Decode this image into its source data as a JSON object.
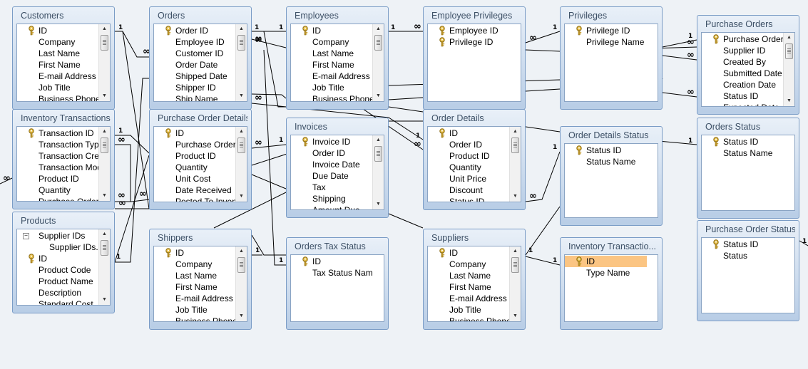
{
  "tables": [
    {
      "id": "customers",
      "title": "Customers",
      "scroll": true,
      "fields": [
        {
          "t": "ID",
          "key": true
        },
        {
          "t": "Company"
        },
        {
          "t": "Last Name"
        },
        {
          "t": "First Name"
        },
        {
          "t": "E-mail Address"
        },
        {
          "t": "Job Title"
        },
        {
          "t": "Business Phone"
        }
      ]
    },
    {
      "id": "orders",
      "title": "Orders",
      "scroll": true,
      "fields": [
        {
          "t": "Order ID",
          "key": true
        },
        {
          "t": "Employee ID"
        },
        {
          "t": "Customer ID"
        },
        {
          "t": "Order Date"
        },
        {
          "t": "Shipped Date"
        },
        {
          "t": "Shipper ID"
        },
        {
          "t": "Ship Name"
        }
      ]
    },
    {
      "id": "employees",
      "title": "Employees",
      "scroll": true,
      "fields": [
        {
          "t": "ID",
          "key": true
        },
        {
          "t": "Company"
        },
        {
          "t": "Last Name"
        },
        {
          "t": "First Name"
        },
        {
          "t": "E-mail Address"
        },
        {
          "t": "Job Title"
        },
        {
          "t": "Business Phone"
        }
      ]
    },
    {
      "id": "employee-privileges",
      "title": "Employee Privileges",
      "scroll": false,
      "fields": [
        {
          "t": "Employee ID",
          "key": true
        },
        {
          "t": "Privilege ID",
          "key": true
        }
      ]
    },
    {
      "id": "privileges",
      "title": "Privileges",
      "scroll": false,
      "fields": [
        {
          "t": "Privilege ID",
          "key": true
        },
        {
          "t": "Privilege Name"
        }
      ]
    },
    {
      "id": "purchase-orders",
      "title": "Purchase Orders",
      "scroll": true,
      "fields": [
        {
          "t": "Purchase Order",
          "key": true
        },
        {
          "t": "Supplier ID"
        },
        {
          "t": "Created By"
        },
        {
          "t": "Submitted Date"
        },
        {
          "t": "Creation Date"
        },
        {
          "t": "Status ID"
        },
        {
          "t": "Expected Date"
        }
      ]
    },
    {
      "id": "inventory-transactions",
      "title": "Inventory Transactions",
      "scroll": true,
      "fields": [
        {
          "t": "Transaction ID",
          "key": true
        },
        {
          "t": "Transaction Type"
        },
        {
          "t": "Transaction Created"
        },
        {
          "t": "Transaction Modified"
        },
        {
          "t": "Product ID"
        },
        {
          "t": "Quantity"
        },
        {
          "t": "Purchase Order"
        }
      ]
    },
    {
      "id": "purchase-order-details",
      "title": "Purchase Order Details",
      "scroll": true,
      "fields": [
        {
          "t": "ID",
          "key": true
        },
        {
          "t": "Purchase Order"
        },
        {
          "t": "Product ID"
        },
        {
          "t": "Quantity"
        },
        {
          "t": "Unit Cost"
        },
        {
          "t": "Date Received"
        },
        {
          "t": "Posted To Inventory"
        }
      ]
    },
    {
      "id": "invoices",
      "title": "Invoices",
      "scroll": true,
      "fields": [
        {
          "t": "Invoice ID",
          "key": true
        },
        {
          "t": "Order ID"
        },
        {
          "t": "Invoice Date"
        },
        {
          "t": "Due Date"
        },
        {
          "t": "Tax"
        },
        {
          "t": "Shipping"
        },
        {
          "t": "Amount Due"
        }
      ]
    },
    {
      "id": "order-details",
      "title": "Order Details",
      "scroll": true,
      "fields": [
        {
          "t": "ID",
          "key": true
        },
        {
          "t": "Order ID"
        },
        {
          "t": "Product ID"
        },
        {
          "t": "Quantity"
        },
        {
          "t": "Unit Price"
        },
        {
          "t": "Discount"
        },
        {
          "t": "Status ID"
        }
      ]
    },
    {
      "id": "order-details-status",
      "title": "Order Details Status",
      "scroll": false,
      "fields": [
        {
          "t": "Status ID",
          "key": true
        },
        {
          "t": "Status Name"
        }
      ]
    },
    {
      "id": "orders-status",
      "title": "Orders Status",
      "scroll": false,
      "fields": [
        {
          "t": "Status ID",
          "key": true
        },
        {
          "t": "Status Name"
        }
      ]
    },
    {
      "id": "products",
      "title": "Products",
      "scroll": true,
      "fields": [
        {
          "t": "Supplier IDs",
          "expander": "−"
        },
        {
          "t": "Supplier IDs.Value",
          "indent": true
        },
        {
          "t": "ID",
          "key": true
        },
        {
          "t": "Product Code"
        },
        {
          "t": "Product Name"
        },
        {
          "t": "Description"
        },
        {
          "t": "Standard Cost"
        }
      ]
    },
    {
      "id": "shippers",
      "title": "Shippers",
      "scroll": true,
      "fields": [
        {
          "t": "ID",
          "key": true
        },
        {
          "t": "Company"
        },
        {
          "t": "Last Name"
        },
        {
          "t": "First Name"
        },
        {
          "t": "E-mail Address"
        },
        {
          "t": "Job Title"
        },
        {
          "t": "Business Phone"
        }
      ]
    },
    {
      "id": "orders-tax-status",
      "title": "Orders Tax Status",
      "scroll": false,
      "fields": [
        {
          "t": "ID",
          "key": true
        },
        {
          "t": "Tax Status Name"
        }
      ]
    },
    {
      "id": "suppliers",
      "title": "Suppliers",
      "scroll": true,
      "fields": [
        {
          "t": "ID",
          "key": true
        },
        {
          "t": "Company"
        },
        {
          "t": "Last Name"
        },
        {
          "t": "First Name"
        },
        {
          "t": "E-mail Address"
        },
        {
          "t": "Job Title"
        },
        {
          "t": "Business Phone"
        }
      ]
    },
    {
      "id": "inventory-transaction-types",
      "title": "Inventory Transactio...",
      "scroll": false,
      "fields": [
        {
          "t": "ID",
          "key": true,
          "highlight": true
        },
        {
          "t": "Type Name"
        }
      ]
    },
    {
      "id": "purchase-order-status",
      "title": "Purchase Order Status",
      "scroll": false,
      "fields": [
        {
          "t": "Status ID",
          "key": true
        },
        {
          "t": "Status"
        }
      ]
    }
  ],
  "relationship_labels": {
    "one": "1",
    "many": "∞"
  },
  "colors": {
    "background": "#eef2f6",
    "line": "#000000",
    "title_text": "#3d5066",
    "highlight": "#fbc583"
  }
}
